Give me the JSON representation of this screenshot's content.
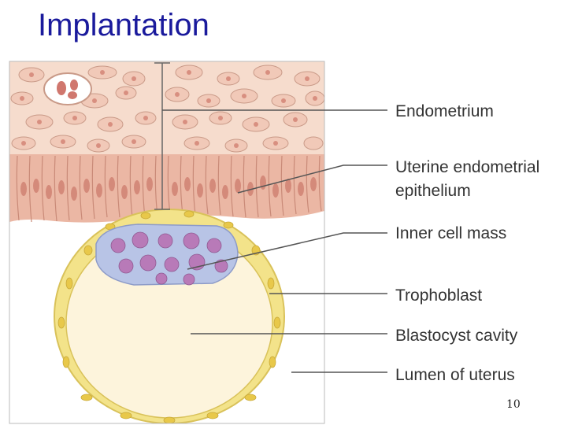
{
  "slide": {
    "title": "Implantation",
    "page_number": "10"
  },
  "diagram": {
    "labels": [
      {
        "id": "endometrium",
        "text": "Endometrium"
      },
      {
        "id": "uterine-epithelium-line1",
        "text": "Uterine endometrial"
      },
      {
        "id": "uterine-epithelium-line2",
        "text": "epithelium"
      },
      {
        "id": "inner-cell-mass",
        "text": "Inner cell mass"
      },
      {
        "id": "trophoblast",
        "text": "Trophoblast"
      },
      {
        "id": "blastocyst-cavity",
        "text": "Blastocyst cavity"
      },
      {
        "id": "lumen-of-uterus",
        "text": "Lumen of uterus"
      }
    ],
    "colors": {
      "tissue_pink": "#f3d3c3",
      "cell_border": "#c99a88",
      "nucleus": "#d58e84",
      "epithelium": "#eab19f",
      "trophoblast": "#f1e07a",
      "cavity": "#fdf4dc",
      "inner_mass": "#b8c4e6",
      "inner_nucleus": "#b87ab8",
      "lumen": "#ffffff",
      "title": "#1a1a9c"
    }
  }
}
